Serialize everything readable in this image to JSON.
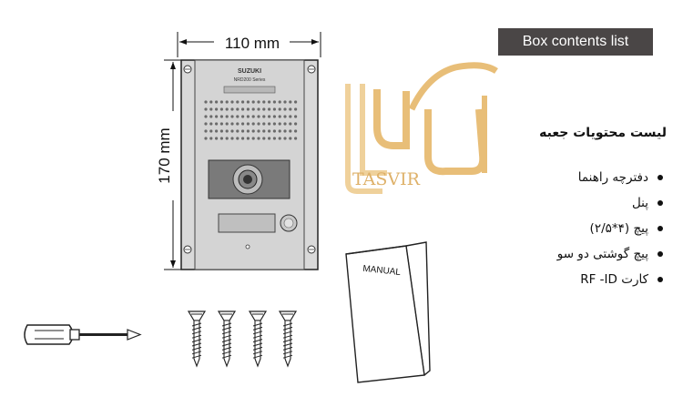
{
  "dimensions": {
    "width_label": "110 mm",
    "height_label": "170 mm"
  },
  "panel": {
    "brand": "SUZUKI",
    "model": "NRD200 Series"
  },
  "manual": {
    "label": "MANUAL"
  },
  "watermark": {
    "text": "TASVIR"
  },
  "box_contents": {
    "header": "Box contents list",
    "title": "لیست محتویات جعبه",
    "items": [
      "دفترچه راهنما",
      "پنل",
      "پیچ (۴*۲/۵)",
      "پیچ گوشتی دو سو",
      "کارت RF -ID"
    ]
  },
  "colors": {
    "header_bg": "#4a4646",
    "header_text": "#ffffff",
    "watermark_gold": "#e8b96a"
  },
  "icons": [
    "screwdriver-icon",
    "screw-icon",
    "manual-booklet-icon",
    "door-panel-drawing",
    "camera-lens-icon",
    "call-button-icon"
  ]
}
